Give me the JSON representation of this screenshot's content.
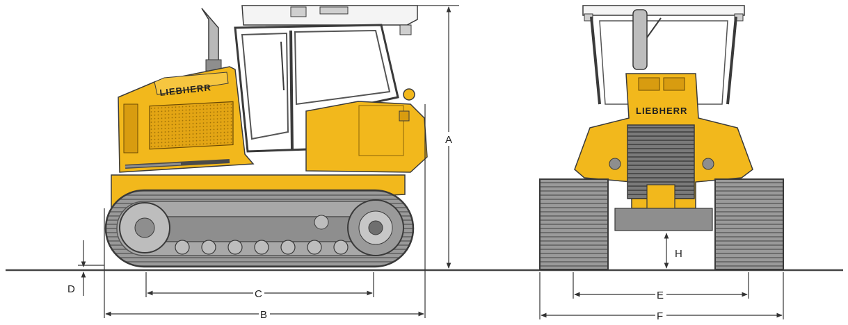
{
  "brand_text": "LIEBHERR",
  "colors": {
    "body": "#f2b81c",
    "body_dark": "#d89c10",
    "steel": "#8e8e8e",
    "steel_dark": "#5d5d5d",
    "glass": "#ffffff",
    "line": "#3a3a3a"
  },
  "dimensions": {
    "A": "A",
    "B": "B",
    "C": "C",
    "D": "D",
    "E": "E",
    "F": "F",
    "H": "H"
  }
}
